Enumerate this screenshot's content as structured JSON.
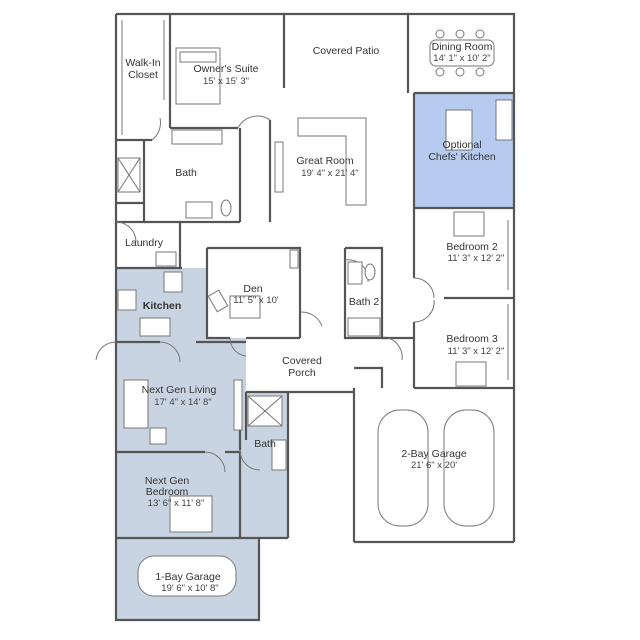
{
  "colors": {
    "next_gen_fill": "#c9d4e2",
    "chefs_kitchen_fill": "#b7cbf0",
    "wall": "#555555"
  },
  "rooms": {
    "walk_in_closet": {
      "name_line1": "Walk-In",
      "name_line2": "Closet"
    },
    "owners_suite": {
      "name": "Owner's Suite",
      "dims": "15' x 15' 3\""
    },
    "covered_patio": {
      "name": "Covered Patio"
    },
    "dining_room": {
      "name": "Dining Room",
      "dims": "14' 1\" x 10' 2\""
    },
    "bath_owner": {
      "name": "Bath"
    },
    "great_room": {
      "name": "Great Room",
      "dims": "19' 4\" x 21' 4\""
    },
    "chefs_kitchen": {
      "name_line1": "Optional",
      "name_line2": "Chefs' Kitchen"
    },
    "laundry": {
      "name": "Laundry"
    },
    "bedroom2": {
      "name": "Bedroom 2",
      "dims": "11' 3\" x 12' 2\""
    },
    "den": {
      "name": "Den",
      "dims": "11' 5\" x 10'"
    },
    "bath2": {
      "name": "Bath 2"
    },
    "kitchen": {
      "name": "Kitchen"
    },
    "bedroom3": {
      "name": "Bedroom 3",
      "dims": "11' 3\" x 12' 2\""
    },
    "covered_porch": {
      "name_line1": "Covered",
      "name_line2": "Porch"
    },
    "next_gen_living": {
      "name": "Next Gen Living",
      "dims": "17' 4\" x 14' 8\""
    },
    "bath_nextgen": {
      "name": "Bath"
    },
    "two_bay_garage": {
      "name": "2-Bay Garage",
      "dims": "21' 6\" x 20'"
    },
    "next_gen_bedroom": {
      "name_line1": "Next Gen",
      "name_line2": "Bedroom",
      "dims": "13' 6\" x 11' 8\""
    },
    "one_bay_garage": {
      "name": "1-Bay Garage",
      "dims": "19' 6\" x 10' 8\""
    }
  }
}
